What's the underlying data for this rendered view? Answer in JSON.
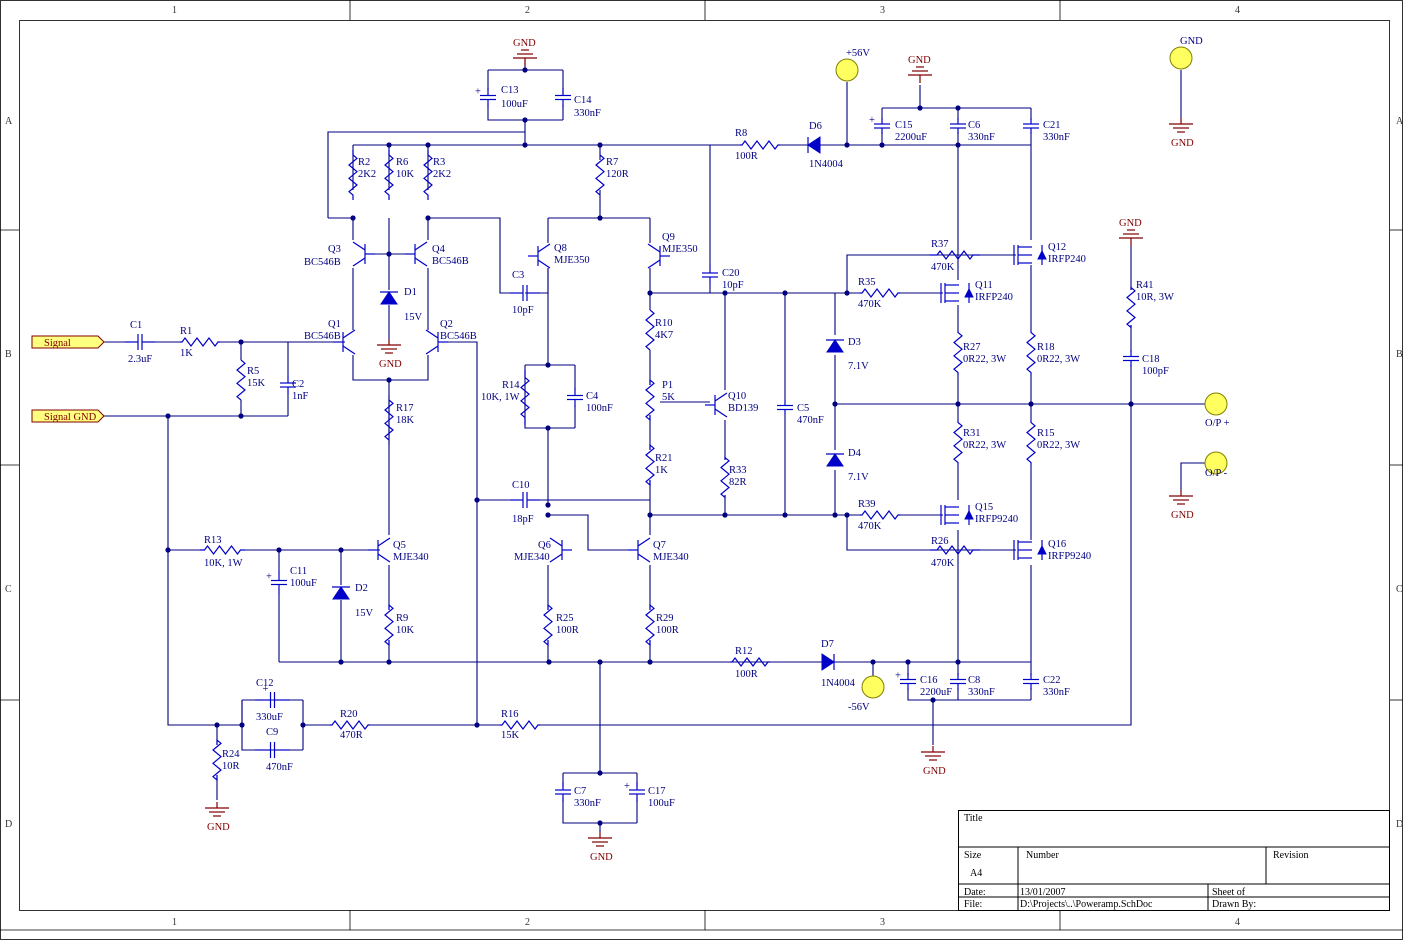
{
  "grid": {
    "cols": [
      "1",
      "2",
      "3",
      "4"
    ],
    "rows": [
      "A",
      "B",
      "C",
      "D"
    ]
  },
  "ports": {
    "signal": "Signal",
    "signal_gnd": "Signal GND"
  },
  "rails": {
    "pos": "+56V",
    "neg": "-56V",
    "gnd": "GND"
  },
  "outputs": {
    "pos": "O/P +",
    "neg": "O/P -"
  },
  "components": [
    {
      "id": "C1",
      "ref": "C1",
      "val": "2.3uF"
    },
    {
      "id": "R1",
      "ref": "R1",
      "val": "1K"
    },
    {
      "id": "R5",
      "ref": "R5",
      "val": "15K"
    },
    {
      "id": "C2",
      "ref": "C2",
      "val": "1nF"
    },
    {
      "id": "Q1",
      "ref": "Q1",
      "val": "BC546B"
    },
    {
      "id": "Q2",
      "ref": "Q2",
      "val": "BC546B"
    },
    {
      "id": "Q3",
      "ref": "Q3",
      "val": "BC546B"
    },
    {
      "id": "Q4",
      "ref": "Q4",
      "val": "BC546B"
    },
    {
      "id": "R2",
      "ref": "R2",
      "val": "2K2"
    },
    {
      "id": "R6",
      "ref": "R6",
      "val": "10K"
    },
    {
      "id": "R3",
      "ref": "R3",
      "val": "2K2"
    },
    {
      "id": "D1",
      "ref": "D1",
      "val": "15V"
    },
    {
      "id": "R17",
      "ref": "R17",
      "val": "18K"
    },
    {
      "id": "C13",
      "ref": "C13",
      "val": "100uF"
    },
    {
      "id": "C14",
      "ref": "C14",
      "val": "330nF"
    },
    {
      "id": "R7",
      "ref": "R7",
      "val": "120R"
    },
    {
      "id": "Q8",
      "ref": "Q8",
      "val": "MJE350"
    },
    {
      "id": "Q9",
      "ref": "Q9",
      "val": "MJE350"
    },
    {
      "id": "C3",
      "ref": "C3",
      "val": "10pF"
    },
    {
      "id": "R14",
      "ref": "R14",
      "val": "10K, 1W"
    },
    {
      "id": "C4",
      "ref": "C4",
      "val": "100nF"
    },
    {
      "id": "R10",
      "ref": "R10",
      "val": "4K7"
    },
    {
      "id": "P1",
      "ref": "P1",
      "val": "5K"
    },
    {
      "id": "R21",
      "ref": "R21",
      "val": "1K"
    },
    {
      "id": "Q10",
      "ref": "Q10",
      "val": "BD139"
    },
    {
      "id": "R33",
      "ref": "R33",
      "val": "82R"
    },
    {
      "id": "C20",
      "ref": "C20",
      "val": "10pF"
    },
    {
      "id": "C5",
      "ref": "C5",
      "val": "470nF"
    },
    {
      "id": "C10",
      "ref": "C10",
      "val": "18pF"
    },
    {
      "id": "Q6",
      "ref": "Q6",
      "val": "MJE340"
    },
    {
      "id": "Q7",
      "ref": "Q7",
      "val": "MJE340"
    },
    {
      "id": "R25",
      "ref": "R25",
      "val": "100R"
    },
    {
      "id": "R29",
      "ref": "R29",
      "val": "100R"
    },
    {
      "id": "R13",
      "ref": "R13",
      "val": "10K, 1W"
    },
    {
      "id": "C11",
      "ref": "C11",
      "val": "100uF"
    },
    {
      "id": "D2",
      "ref": "D2",
      "val": "15V"
    },
    {
      "id": "Q5",
      "ref": "Q5",
      "val": "MJE340"
    },
    {
      "id": "R9",
      "ref": "R9",
      "val": "10K"
    },
    {
      "id": "C12",
      "ref": "C12",
      "val": "330uF"
    },
    {
      "id": "C9",
      "ref": "C9",
      "val": "470nF"
    },
    {
      "id": "R20",
      "ref": "R20",
      "val": "470R"
    },
    {
      "id": "R24",
      "ref": "R24",
      "val": "10R"
    },
    {
      "id": "R16",
      "ref": "R16",
      "val": "15K"
    },
    {
      "id": "C7",
      "ref": "C7",
      "val": "330nF"
    },
    {
      "id": "C17",
      "ref": "C17",
      "val": "100uF"
    },
    {
      "id": "R8",
      "ref": "R8",
      "val": "100R"
    },
    {
      "id": "D6",
      "ref": "D6",
      "val": "1N4004"
    },
    {
      "id": "R12",
      "ref": "R12",
      "val": "100R"
    },
    {
      "id": "D7",
      "ref": "D7",
      "val": "1N4004"
    },
    {
      "id": "C15",
      "ref": "C15",
      "val": "2200uF"
    },
    {
      "id": "C6",
      "ref": "C6",
      "val": "330nF"
    },
    {
      "id": "C21",
      "ref": "C21",
      "val": "330nF"
    },
    {
      "id": "C16",
      "ref": "C16",
      "val": "2200uF"
    },
    {
      "id": "C8",
      "ref": "C8",
      "val": "330nF"
    },
    {
      "id": "C22",
      "ref": "C22",
      "val": "330nF"
    },
    {
      "id": "R37",
      "ref": "R37",
      "val": "470K"
    },
    {
      "id": "R35",
      "ref": "R35",
      "val": "470K"
    },
    {
      "id": "Q11",
      "ref": "Q11",
      "val": "IRFP240"
    },
    {
      "id": "Q12",
      "ref": "Q12",
      "val": "IRFP240"
    },
    {
      "id": "D3",
      "ref": "D3",
      "val": "7.1V"
    },
    {
      "id": "D4",
      "ref": "D4",
      "val": "7.1V"
    },
    {
      "id": "R27",
      "ref": "R27",
      "val": "0R22, 3W"
    },
    {
      "id": "R18",
      "ref": "R18",
      "val": "0R22, 3W"
    },
    {
      "id": "R31",
      "ref": "R31",
      "val": "0R22, 3W"
    },
    {
      "id": "R15",
      "ref": "R15",
      "val": "0R22, 3W"
    },
    {
      "id": "R39",
      "ref": "R39",
      "val": "470K"
    },
    {
      "id": "R26",
      "ref": "R26",
      "val": "470K"
    },
    {
      "id": "Q15",
      "ref": "Q15",
      "val": "IRFP9240"
    },
    {
      "id": "Q16",
      "ref": "Q16",
      "val": "IRFP9240"
    },
    {
      "id": "R41",
      "ref": "R41",
      "val": "10R, 3W"
    },
    {
      "id": "C18",
      "ref": "C18",
      "val": "100pF"
    }
  ],
  "title_block": {
    "title_label": "Title",
    "size_label": "Size",
    "size_value": "A4",
    "number_label": "Number",
    "revision_label": "Revision",
    "date_label": "Date:",
    "date_value": "13/01/2007",
    "file_label": "File:",
    "file_value": "D:\\Projects\\..\\Poweramp.SchDoc",
    "sheet_label": "Sheet    of",
    "drawn_label": "Drawn By:"
  }
}
